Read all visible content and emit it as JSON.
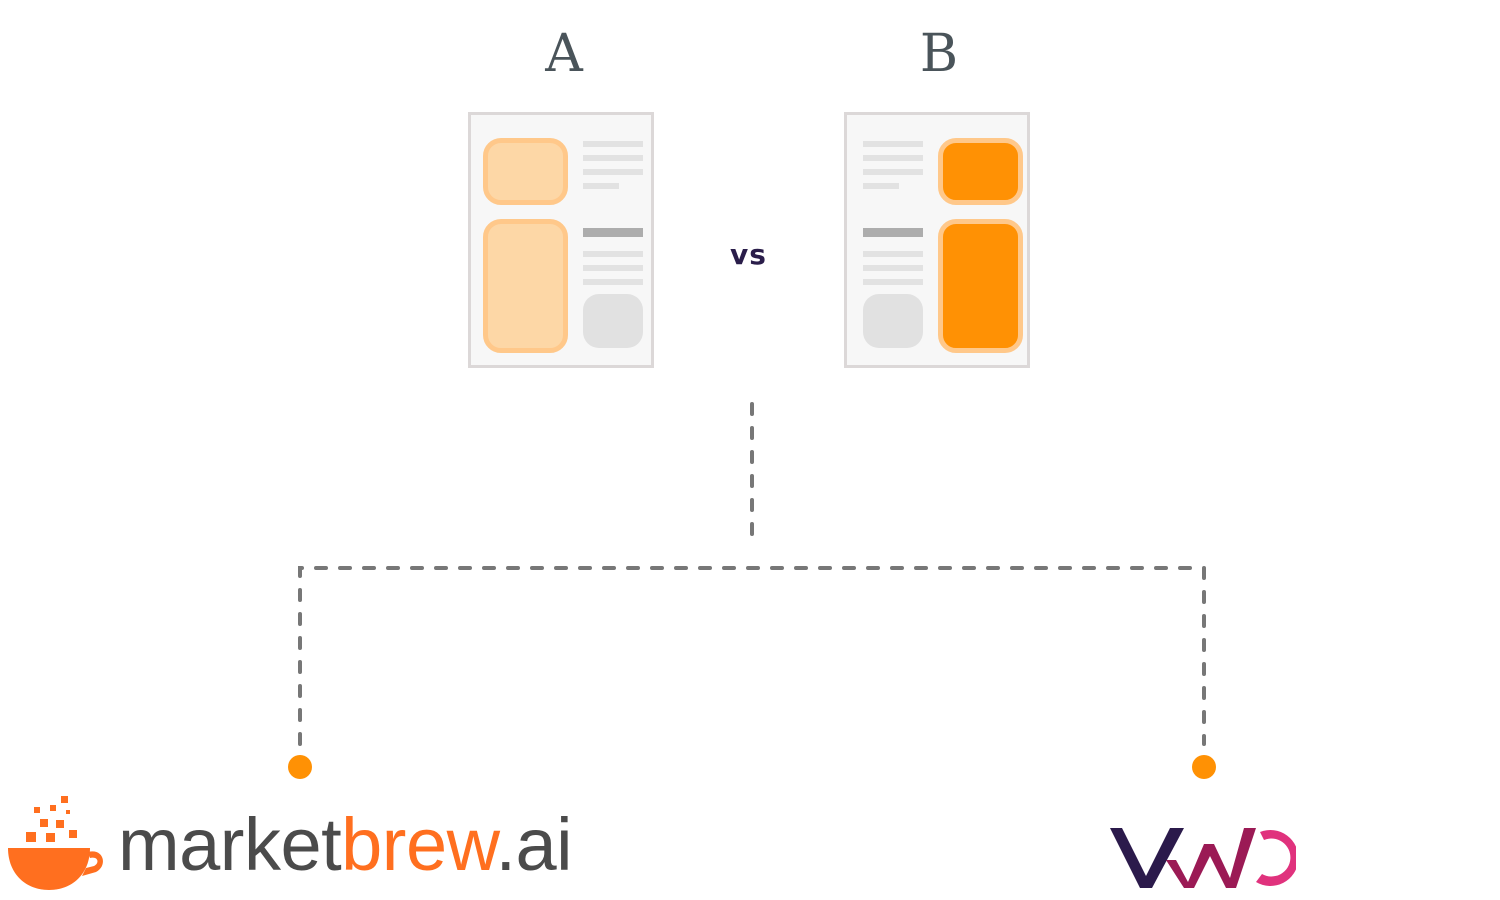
{
  "diagram": {
    "variant_a": {
      "label": "A",
      "highlight_style": "light",
      "layout": "media-left, text-right"
    },
    "variant_b": {
      "label": "B",
      "highlight_style": "strong",
      "layout": "text-left, media-right"
    },
    "separator": {
      "label": "vs"
    },
    "connector": {
      "style": "dashed",
      "color": "#777777",
      "endpoint_color": "#ff9104"
    },
    "tools": [
      {
        "name": "marketbrew.ai",
        "logo_parts": {
          "dark": "market",
          "accent": "brew",
          "suffix": ".ai"
        },
        "icon": "coffee-cup-icon",
        "colors": {
          "accent": "#ff6f1f",
          "dark": "#4b4b4b"
        }
      },
      {
        "name": "VWO",
        "logo_parts": {
          "v": "V",
          "w": "W",
          "o": "O"
        },
        "colors": {
          "v": "#2b1a4b",
          "w": "#9b1a55",
          "o": "#e0327d"
        }
      }
    ]
  },
  "colors": {
    "label": "#4a545a",
    "highlight_light": "#fdd7a6",
    "highlight_strong": "#ff9104",
    "highlight_border": "#ffc88a",
    "card_bg": "#f7f7f7",
    "card_border": "#dcd8d8",
    "placeholder": "#e2e2e2",
    "placeholder_dark": "#adadad"
  }
}
